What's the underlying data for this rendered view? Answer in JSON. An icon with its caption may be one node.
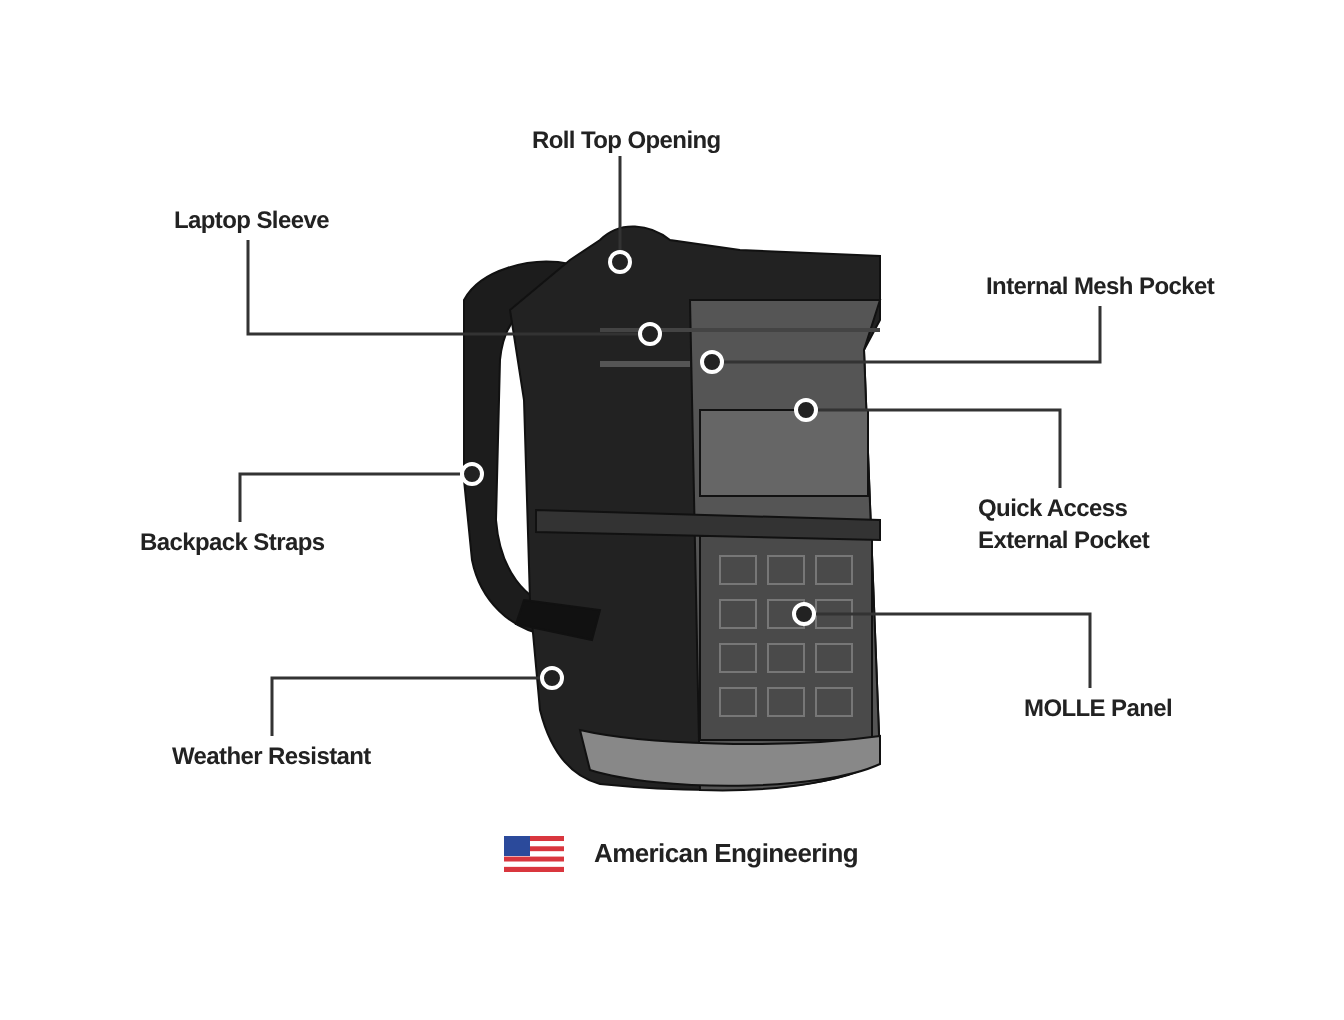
{
  "diagram": {
    "nodes": [
      {
        "text": [
          "Roll Top Opening"
        ]
      },
      {
        "text": [
          "Laptop Sleeve"
        ]
      },
      {
        "text": [
          "Internal Mesh Pocket"
        ]
      },
      {
        "text": [
          "Quick Access External Pocket"
        ]
      },
      {
        "text": [
          "Backpack Straps"
        ]
      },
      {
        "text": [
          "MOLLE Panel"
        ]
      },
      {
        "text": [
          "Weather Resistant"
        ]
      },
      {
        "text": [],
        "shape": "circle"
      },
      {
        "text": [],
        "shape": "circle"
      },
      {
        "text": [],
        "shape": "circle"
      },
      {
        "text": [],
        "shape": "circle"
      },
      {
        "text": [],
        "shape": "circle"
      },
      {
        "text": [],
        "shape": "circle"
      },
      {
        "text": [],
        "shape": "circle"
      }
    ],
    "edges": [
      {
        "from": 0,
        "to": 7,
        "arrow": "none"
      },
      {
        "from": 1,
        "to": 8,
        "arrow": "none"
      },
      {
        "from": 2,
        "to": 9,
        "arrow": "none"
      },
      {
        "from": 3,
        "to": 10,
        "arrow": "none"
      },
      {
        "from": 4,
        "to": 11,
        "arrow": "none"
      },
      {
        "from": 5,
        "to": 12,
        "arrow": "none"
      },
      {
        "from": 6,
        "to": 13,
        "arrow": "none"
      }
    ],
    "labels": [
      "American Engineering"
    ]
  }
}
